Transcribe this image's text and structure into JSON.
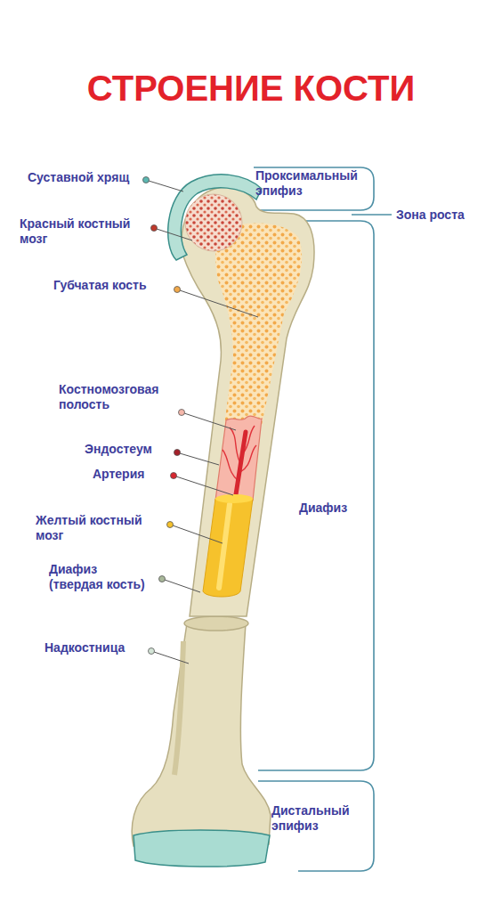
{
  "diagram": {
    "title": "СТРОЕНИЕ КОСТИ",
    "labels": [
      "Суставной хрящ",
      "Красный костный мозг",
      "Губчатая кость",
      "Костномозговая полость",
      "Эндостеум",
      "Артерия",
      "Желтый костный мозг",
      "Диафиз (твердая кость)",
      "Надкостница",
      "Проксимальный эпифиз",
      "Зона роста",
      "Диафиз",
      "Дистальный эпифиз"
    ]
  }
}
